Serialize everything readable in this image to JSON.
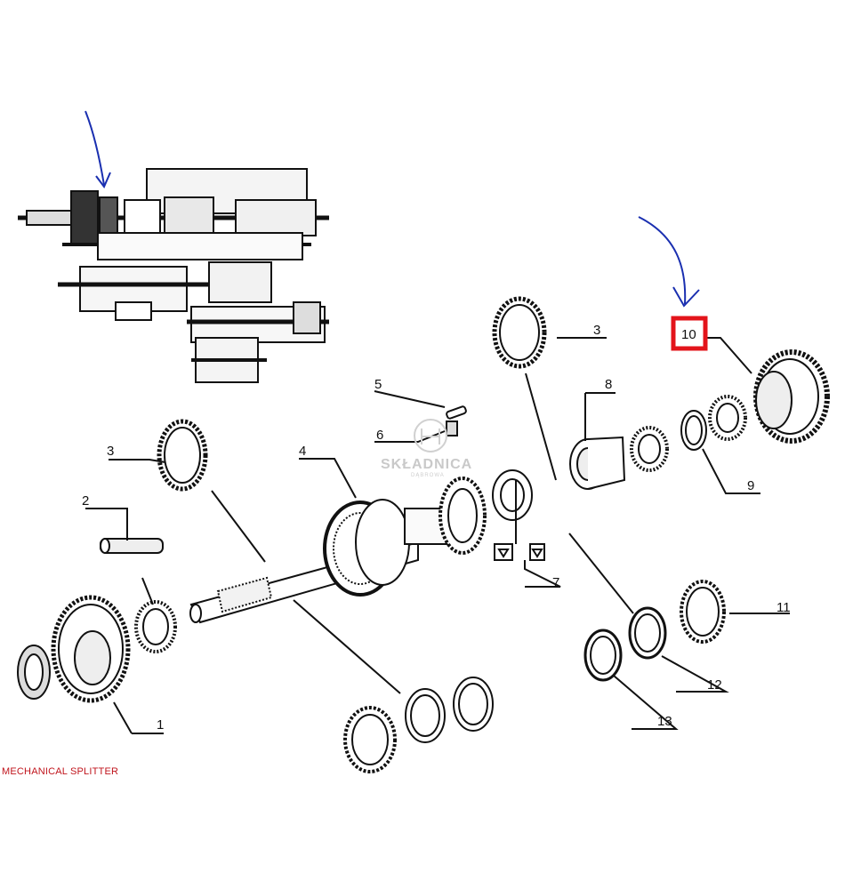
{
  "caption": "MECHANICAL SPLITTER",
  "watermark": {
    "name": "SKŁADNICA",
    "sub": "DĄBROWA"
  },
  "callouts": {
    "part1": "1",
    "part2": "2",
    "part3_left": "3",
    "part3_right": "3",
    "part4": "4",
    "part5": "5",
    "part6": "6",
    "part7": "7",
    "part8": "8",
    "part9": "9",
    "part10": "10",
    "part11": "11",
    "part12": "12",
    "part13": "13"
  },
  "colors": {
    "line_art": "#111111",
    "annotation_arrows": "#1a2fb0",
    "highlight_box": "#e3141b",
    "caption": "#c0141c",
    "watermark": "#c9c9c9"
  },
  "highlighted_part": "10"
}
